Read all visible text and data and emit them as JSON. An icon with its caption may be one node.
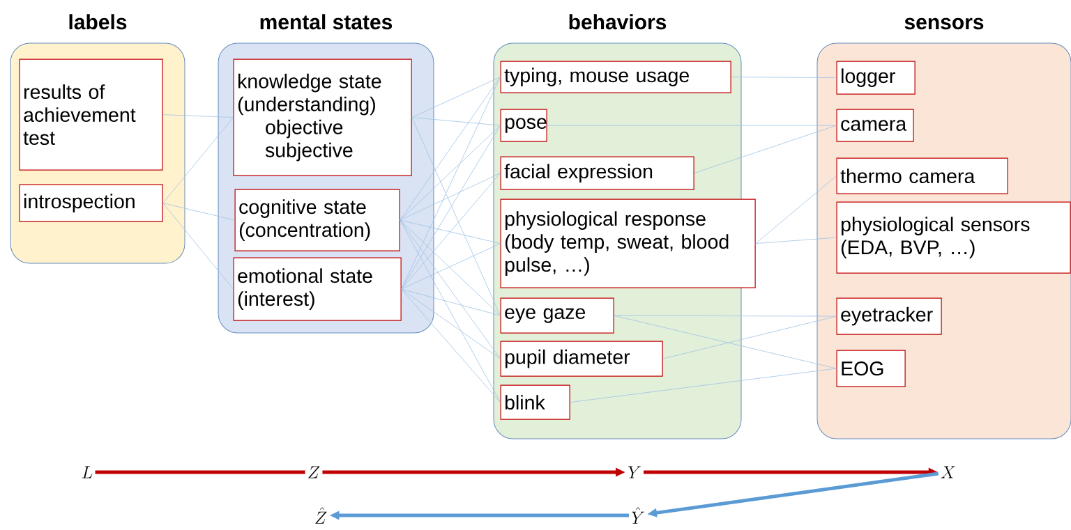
{
  "diagram": {
    "nodes": [
      {
        "text": [
          "labels"
        ]
      },
      {
        "text": [
          "results of achievement test"
        ],
        "in": 0
      },
      {
        "text": [
          "introspection"
        ],
        "in": 0
      },
      {
        "text": [
          "mental states"
        ]
      },
      {
        "text": [
          "knowledge state (understanding)",
          "objective",
          "subjective"
        ],
        "in": 3
      },
      {
        "text": [
          "cognitive state (concentration)"
        ],
        "in": 3
      },
      {
        "text": [
          "emotional state (interest)"
        ],
        "in": 3
      },
      {
        "text": [
          "behaviors"
        ]
      },
      {
        "text": [
          "typing, mouse usage"
        ],
        "in": 7
      },
      {
        "text": [
          "pose"
        ],
        "in": 7
      },
      {
        "text": [
          "facial expression"
        ],
        "in": 7
      },
      {
        "text": [
          "physiological response (body temp, sweat, blood pulse, …)"
        ],
        "in": 7
      },
      {
        "text": [
          "eye gaze"
        ],
        "in": 7
      },
      {
        "text": [
          "pupil diameter"
        ],
        "in": 7
      },
      {
        "text": [
          "blink"
        ],
        "in": 7
      },
      {
        "text": [
          "sensors"
        ]
      },
      {
        "text": [
          "logger"
        ],
        "in": 15
      },
      {
        "text": [
          "camera"
        ],
        "in": 15
      },
      {
        "text": [
          "thermo camera"
        ],
        "in": 15
      },
      {
        "text": [
          "physiological sensors (EDA, BVP, …)"
        ],
        "in": 15
      },
      {
        "text": [
          "eyetracker"
        ],
        "in": 15
      },
      {
        "text": [
          "EOG"
        ],
        "in": 15
      },
      {
        "text": [
          "L"
        ]
      },
      {
        "text": [
          "Z"
        ]
      },
      {
        "text": [
          "Y"
        ]
      },
      {
        "text": [
          "X"
        ]
      },
      {
        "text": [
          "\\hat{Z}"
        ]
      },
      {
        "text": [
          "\\hat{Y}"
        ]
      }
    ],
    "edges": [
      {
        "from": 1,
        "to": 4,
        "arrow": "none"
      },
      {
        "from": 2,
        "to": 4,
        "arrow": "none"
      },
      {
        "from": 2,
        "to": 5,
        "arrow": "none"
      },
      {
        "from": 2,
        "to": 6,
        "arrow": "none"
      },
      {
        "from": 4,
        "to": 8,
        "arrow": "none"
      },
      {
        "from": 4,
        "to": 9,
        "arrow": "none"
      },
      {
        "from": 4,
        "to": 12,
        "arrow": "none"
      },
      {
        "from": 5,
        "to": 8,
        "arrow": "none"
      },
      {
        "from": 5,
        "to": 9,
        "arrow": "none"
      },
      {
        "from": 5,
        "to": 10,
        "arrow": "none"
      },
      {
        "from": 5,
        "to": 11,
        "arrow": "none"
      },
      {
        "from": 5,
        "to": 12,
        "arrow": "none"
      },
      {
        "from": 5,
        "to": 13,
        "arrow": "none"
      },
      {
        "from": 5,
        "to": 14,
        "arrow": "none"
      },
      {
        "from": 6,
        "to": 8,
        "arrow": "none"
      },
      {
        "from": 6,
        "to": 9,
        "arrow": "none"
      },
      {
        "from": 6,
        "to": 10,
        "arrow": "none"
      },
      {
        "from": 6,
        "to": 11,
        "arrow": "none"
      },
      {
        "from": 6,
        "to": 12,
        "arrow": "none"
      },
      {
        "from": 6,
        "to": 13,
        "arrow": "none"
      },
      {
        "from": 6,
        "to": 14,
        "arrow": "none"
      },
      {
        "from": 8,
        "to": 16,
        "arrow": "none"
      },
      {
        "from": 9,
        "to": 17,
        "arrow": "none"
      },
      {
        "from": 10,
        "to": 17,
        "arrow": "none"
      },
      {
        "from": 11,
        "to": 18,
        "arrow": "none"
      },
      {
        "from": 11,
        "to": 19,
        "arrow": "none"
      },
      {
        "from": 12,
        "to": 20,
        "arrow": "none"
      },
      {
        "from": 12,
        "to": 21,
        "arrow": "none"
      },
      {
        "from": 13,
        "to": 20,
        "arrow": "none"
      },
      {
        "from": 14,
        "to": 21,
        "arrow": "none"
      },
      {
        "from": 22,
        "to": 23,
        "arrow": "none",
        "style": "thick",
        "color": "#c00000"
      },
      {
        "from": 23,
        "to": 24,
        "arrow": "to",
        "style": "thick",
        "color": "#c00000"
      },
      {
        "from": 24,
        "to": 25,
        "arrow": "to",
        "style": "thick",
        "color": "#c00000"
      },
      {
        "from": 25,
        "to": 27,
        "arrow": "to",
        "style": "thick",
        "color": "#5b9bd5"
      },
      {
        "from": 27,
        "to": 26,
        "arrow": "to",
        "style": "thick",
        "color": "#5b9bd5"
      }
    ]
  }
}
